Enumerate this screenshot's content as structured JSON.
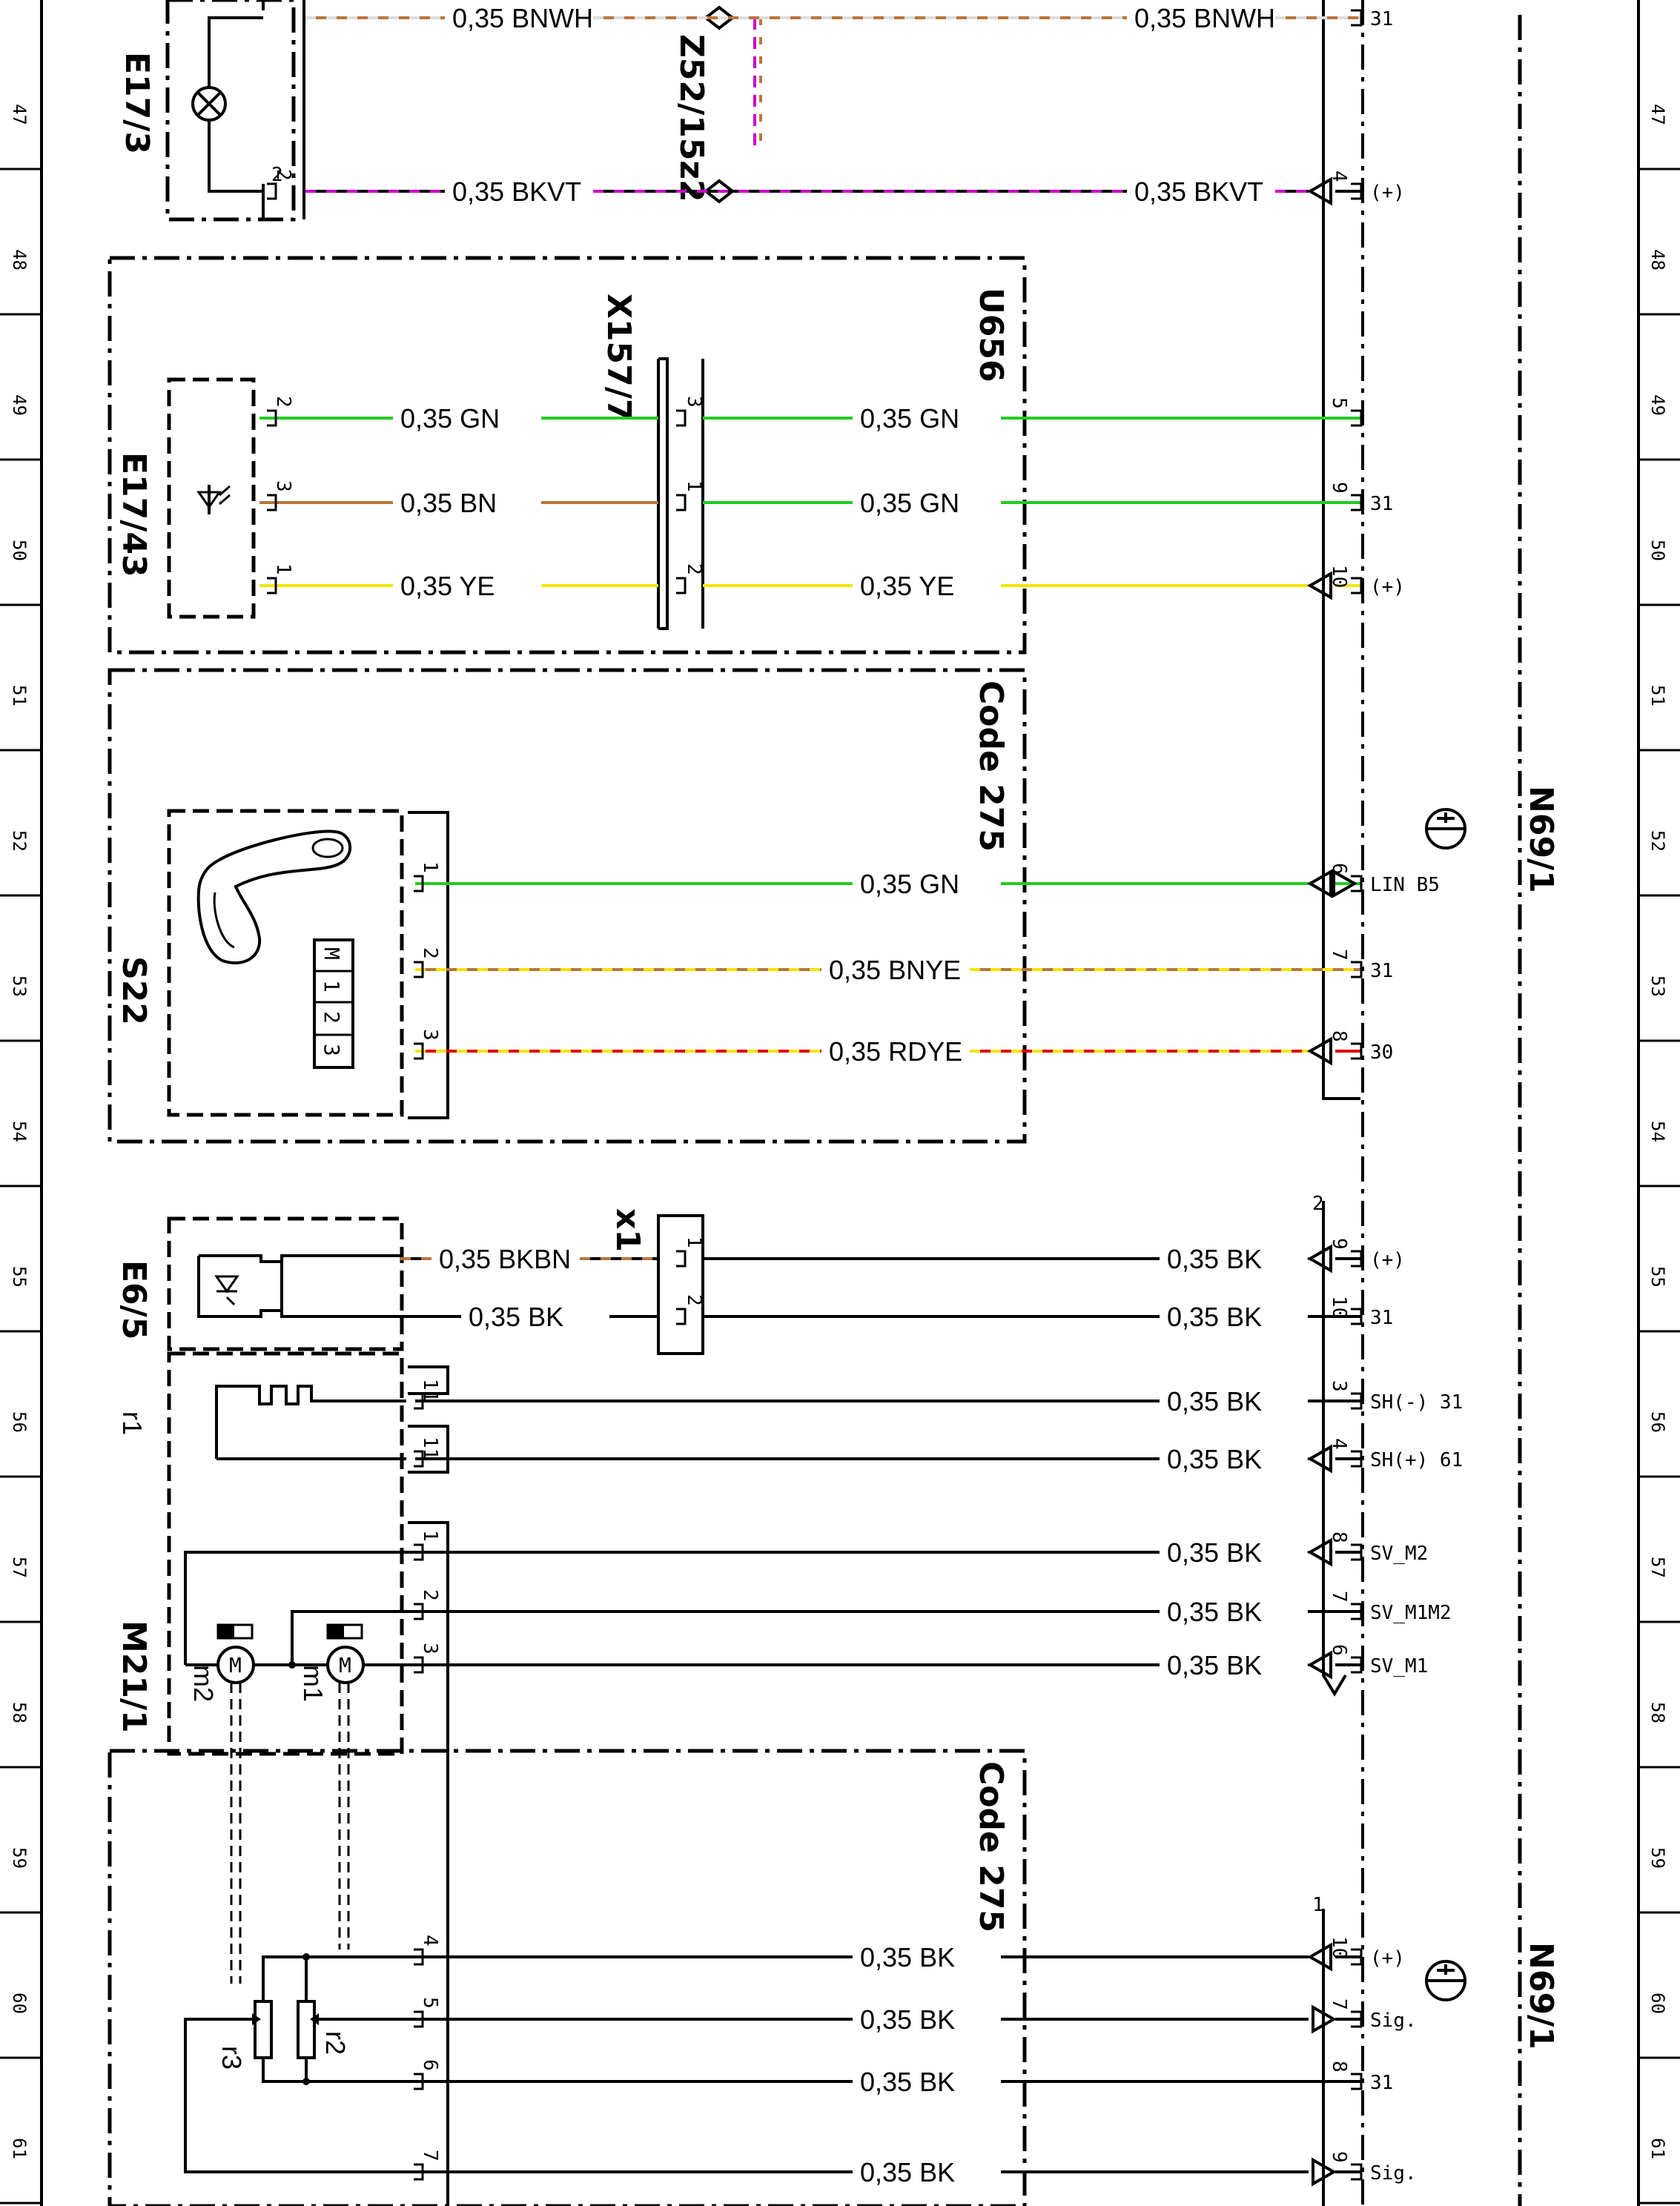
{
  "colors": {
    "GN": "#22cc22",
    "BN": "#b8753a",
    "YE": "#f2e600",
    "RD": "#e00000",
    "BK": "#000000",
    "VT": "#cc00cc",
    "WH": "#ffffff"
  },
  "margin_rows": [
    "47",
    "48",
    "49",
    "50",
    "51",
    "52",
    "53",
    "54",
    "55",
    "56",
    "57",
    "58",
    "59",
    "60",
    "61"
  ],
  "components": {
    "e17_3": "E17/3",
    "z52": "Z52/15z2",
    "u656": "U656",
    "x157_7": "X157/7",
    "e17_43": "E17/43",
    "code275_top": "Code 275",
    "code275_bottom": "Code 275",
    "s22": "S22",
    "x1": "x1",
    "e6_5": "E6/5",
    "r1": "r1",
    "m21_1": "M21/1",
    "m1": "m1",
    "m2": "m2",
    "r2": "r2",
    "r3": "r3",
    "n69_1_top": "N69/1",
    "n69_1_bottom": "N69/1"
  },
  "s22_keys": [
    "M",
    "1",
    "2",
    "3"
  ],
  "connector_groups": {
    "g1": "1",
    "g2": "2"
  },
  "wires": [
    {
      "id": "w01",
      "left_label": "0,35 BNWH",
      "right_label": "0,35 BNWH",
      "pin_left": "",
      "pin_right": "",
      "signal": "31"
    },
    {
      "id": "w02",
      "left_label": "0,35 BKVT",
      "right_label": "0,35 BKVT",
      "pin_left": "2",
      "pin_right": "4",
      "signal": "(+)"
    },
    {
      "id": "w03",
      "left_label": "0,35 GN",
      "right_label": "0,35 GN",
      "pin_left": "2",
      "pin_mid": "3",
      "pin_right": "5",
      "signal": ""
    },
    {
      "id": "w04",
      "left_label": "0,35 BN",
      "right_label": "0,35 GN",
      "pin_left": "3",
      "pin_mid": "1",
      "pin_right": "9",
      "signal": "31"
    },
    {
      "id": "w05",
      "left_label": "0,35 YE",
      "right_label": "0,35 YE",
      "pin_left": "1",
      "pin_mid": "2",
      "pin_right": "10",
      "signal": "(+)"
    },
    {
      "id": "w06",
      "left_label": "",
      "right_label": "0,35 GN",
      "pin_left": "1",
      "pin_right": "6",
      "signal": "LIN B5"
    },
    {
      "id": "w07",
      "left_label": "",
      "right_label": "0,35 BNYE",
      "pin_left": "2",
      "pin_right": "7",
      "signal": "31"
    },
    {
      "id": "w08",
      "left_label": "",
      "right_label": "0,35 RDYE",
      "pin_left": "3",
      "pin_right": "8",
      "signal": "30"
    },
    {
      "id": "w09",
      "left_label": "0,35 BKBN",
      "right_label": "0,35 BK",
      "pin_mid": "1",
      "pin_right": "9",
      "signal": "(+)"
    },
    {
      "id": "w10",
      "left_label": "0,35 BK",
      "right_label": "0,35 BK",
      "pin_mid": "2",
      "pin_right": "10",
      "signal": "31"
    },
    {
      "id": "w11",
      "left_label": "",
      "right_label": "0,35 BK",
      "pin_left": "11",
      "pin_right": "3",
      "signal": "SH(-) 31"
    },
    {
      "id": "w12",
      "left_label": "",
      "right_label": "0,35 BK",
      "pin_left": "11",
      "pin_right": "4",
      "signal": "SH(+) 61"
    },
    {
      "id": "w13",
      "left_label": "",
      "right_label": "0,35 BK",
      "pin_left": "1",
      "pin_right": "8",
      "signal": "SV_M2"
    },
    {
      "id": "w14",
      "left_label": "",
      "right_label": "0,35 BK",
      "pin_left": "2",
      "pin_right": "7",
      "signal": "SV_M1M2"
    },
    {
      "id": "w15",
      "left_label": "",
      "right_label": "0,35 BK",
      "pin_left": "3",
      "pin_right": "6",
      "signal": "SV_M1"
    },
    {
      "id": "w16",
      "left_label": "",
      "right_label": "0,35 BK",
      "pin_left": "4",
      "pin_right": "10",
      "signal": "(+)"
    },
    {
      "id": "w17",
      "left_label": "",
      "right_label": "0,35 BK",
      "pin_left": "5",
      "pin_right": "7",
      "signal": "Sig."
    },
    {
      "id": "w18",
      "left_label": "",
      "right_label": "0,35 BK",
      "pin_left": "6",
      "pin_right": "8",
      "signal": "31"
    },
    {
      "id": "w19",
      "left_label": "",
      "right_label": "0,35 BK",
      "pin_left": "7",
      "pin_right": "9",
      "signal": "Sig."
    }
  ]
}
